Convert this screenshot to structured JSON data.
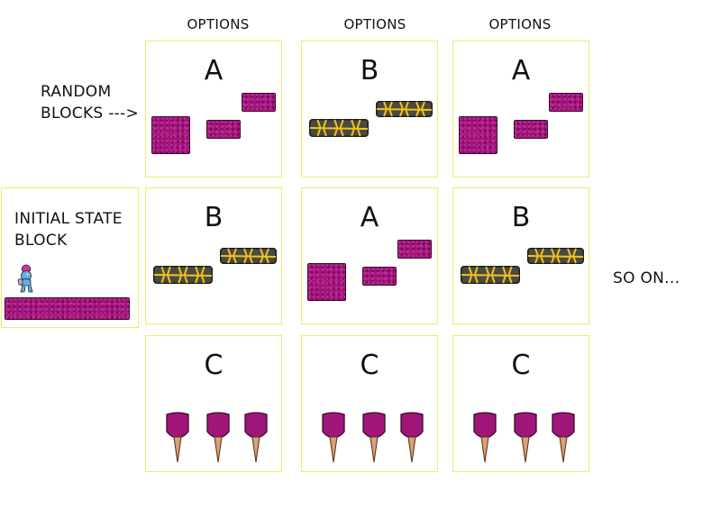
{
  "headers": [
    "OPTIONS",
    "OPTIONS",
    "OPTIONS"
  ],
  "random_blocks_label": [
    "RANDOM",
    "BLOCKS --->"
  ],
  "initial_state_label": [
    "INITIAL STATE",
    "BLOCK"
  ],
  "so_on_label": "SO ON...",
  "grid": [
    [
      "A",
      "B",
      "A"
    ],
    [
      "B",
      "A",
      "B"
    ],
    [
      "C",
      "C",
      "C"
    ]
  ],
  "colors": {
    "cell_border": "#ecec6a",
    "rock_block": "#a0157a",
    "lava_rock": "#4a4a42",
    "lava_crack": "#f2c21a",
    "spike_stem": "#d9a27a"
  },
  "icons": {
    "player": "player-character-icon",
    "rock": "magenta-rock-block",
    "lava": "lava-rock-platform",
    "spike": "spike-hazard"
  }
}
